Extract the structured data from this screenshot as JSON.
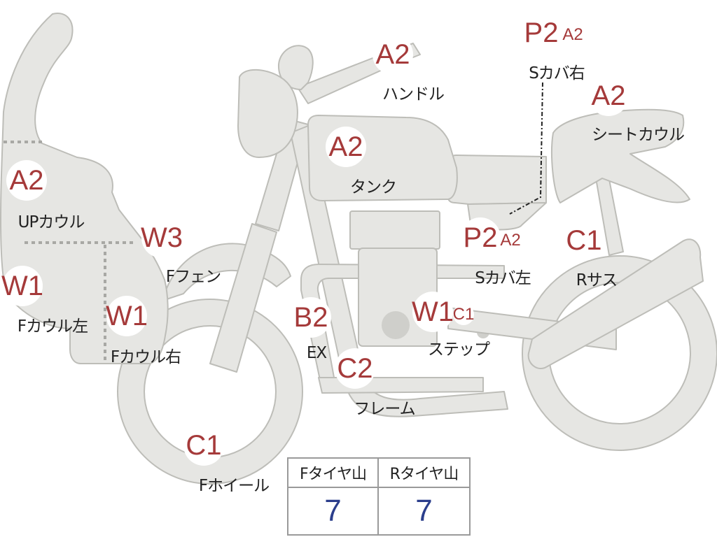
{
  "parts": [
    {
      "key": "handle",
      "grades": [
        "A2"
      ],
      "label": "ハンドル"
    },
    {
      "key": "s-cover-right",
      "grades": [
        "P2",
        "A2"
      ],
      "label": "Sカバ右"
    },
    {
      "key": "seat-cowl",
      "grades": [
        "A2"
      ],
      "label": "シートカウル"
    },
    {
      "key": "tank",
      "grades": [
        "A2"
      ],
      "label": "タンク"
    },
    {
      "key": "up-cowl",
      "grades": [
        "A2"
      ],
      "label": "UPカウル"
    },
    {
      "key": "f-fender",
      "grades": [
        "W3"
      ],
      "label": "Fフェン"
    },
    {
      "key": "s-cover-left",
      "grades": [
        "P2",
        "A2"
      ],
      "label": "Sカバ左"
    },
    {
      "key": "r-suspension",
      "grades": [
        "C1"
      ],
      "label": "Rサス"
    },
    {
      "key": "f-cowl-left",
      "grades": [
        "W1"
      ],
      "label": "Fカウル左"
    },
    {
      "key": "f-cowl-right",
      "grades": [
        "W1"
      ],
      "label": "Fカウル右"
    },
    {
      "key": "exhaust",
      "grades": [
        "B2"
      ],
      "label": "EX"
    },
    {
      "key": "step",
      "grades": [
        "W1",
        "C1"
      ],
      "label": "ステップ"
    },
    {
      "key": "frame",
      "grades": [
        "C2"
      ],
      "label": "フレーム"
    },
    {
      "key": "f-wheel",
      "grades": [
        "C1"
      ],
      "label": "Fホイール"
    }
  ],
  "tire_tread": {
    "front_label": "Fタイヤ山",
    "front_value": "7",
    "rear_label": "Rタイヤ山",
    "rear_value": "7"
  },
  "colors": {
    "grade_text": "#a53a3a",
    "tread_value": "#2b3e8c",
    "body_fill": "#e6e6e3",
    "outline": "#bdbdb8"
  }
}
